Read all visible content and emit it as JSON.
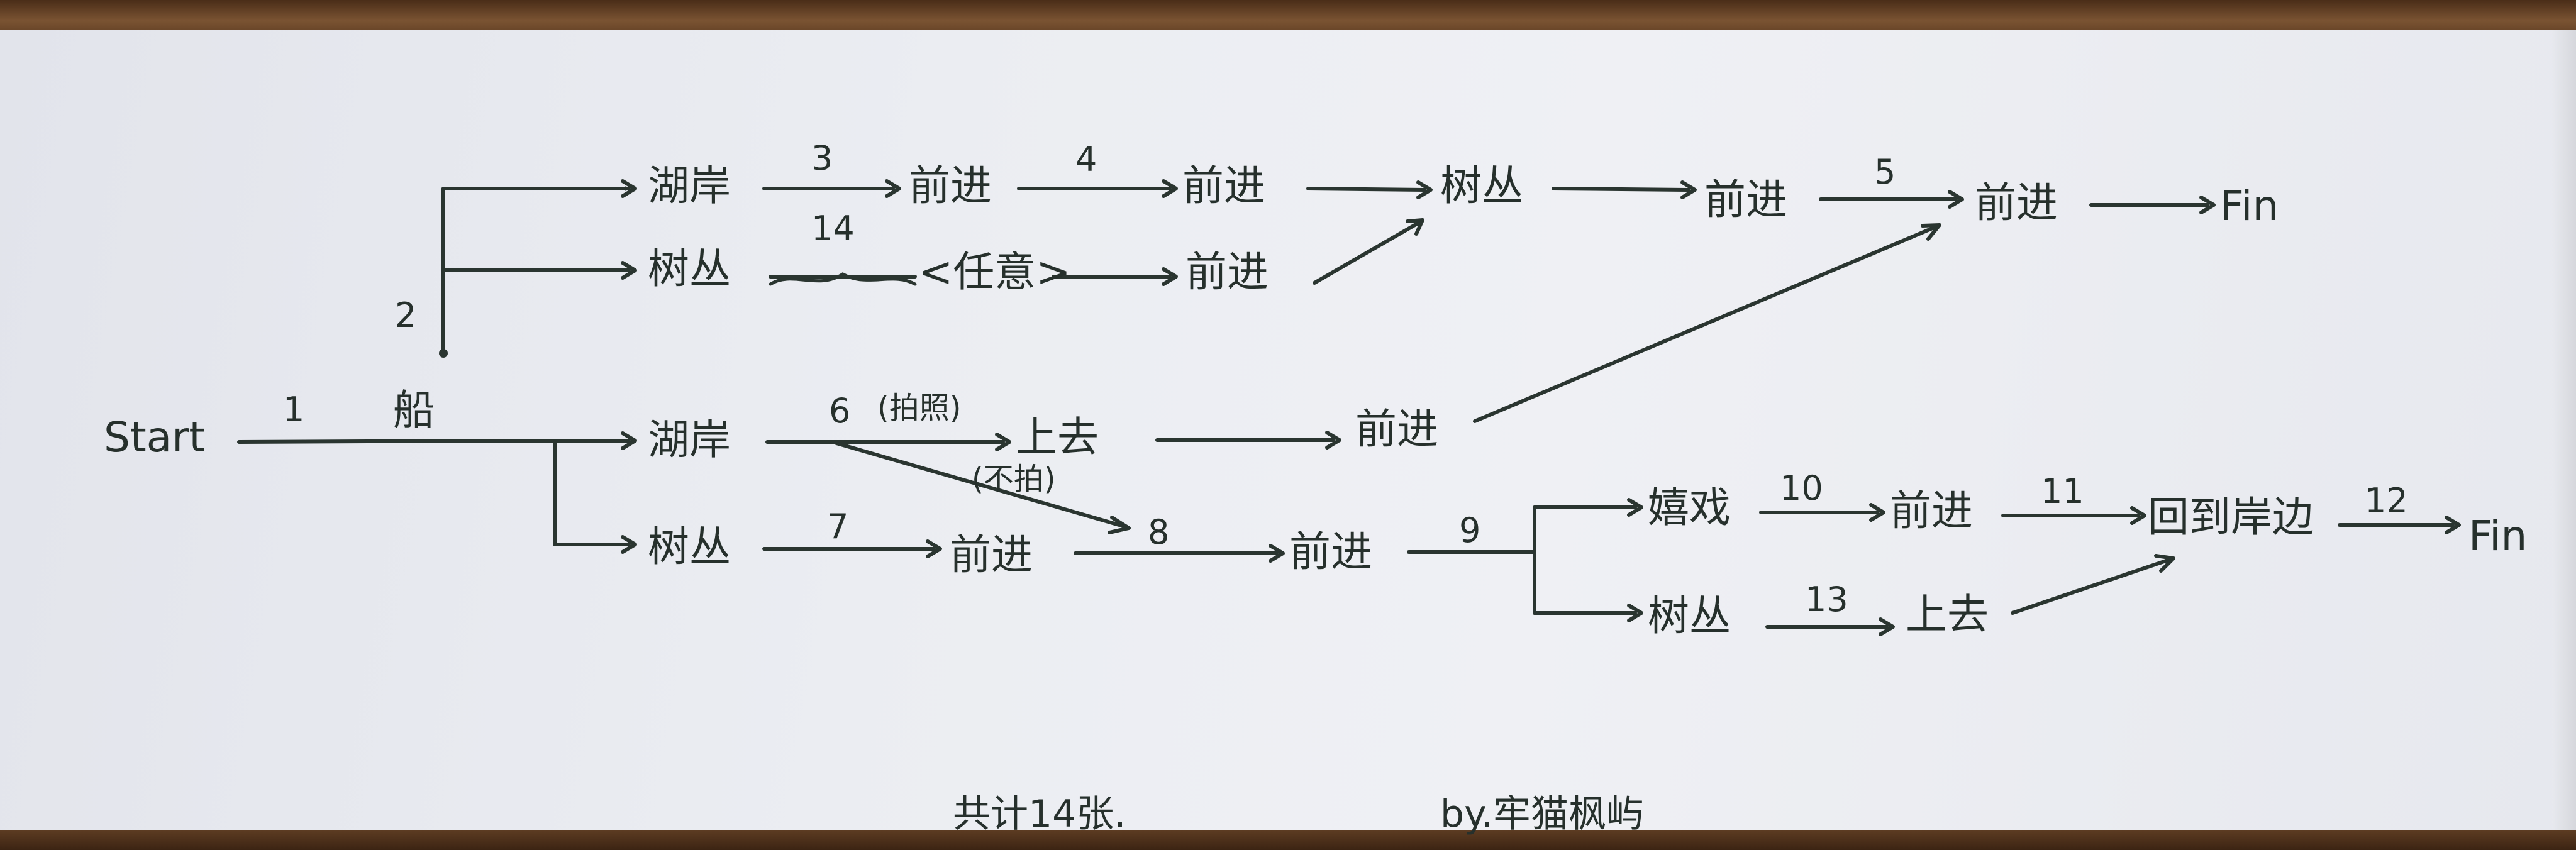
{
  "nodes": {
    "start": "Start",
    "boat": "船",
    "top_lake": "湖岸",
    "top_bush": "树丛",
    "top_any": "<任意>",
    "top_adv1": "前进",
    "top_adv2": "前进",
    "top_adv3": "前进",
    "top_tree": "树丛",
    "top_adv4": "前进",
    "top_adv5": "前进",
    "top_fin": "Fin",
    "mid_lake": "湖岸",
    "mid_up": "上去",
    "mid_adv": "前进",
    "bot_bush": "树丛",
    "bot_adv1": "前进",
    "bot_adv2": "前进",
    "bot_play": "嬉戏",
    "bot_adv3": "前进",
    "bot_return": "回到岸边",
    "bot_fin": "Fin",
    "bot_bush2": "树丛",
    "bot_up": "上去"
  },
  "edges": {
    "e1": "1",
    "e2": "2",
    "e3": "3",
    "e4": "4",
    "e5": "5",
    "e6": "6",
    "e7": "7",
    "e8": "8",
    "e9": "9",
    "e10": "10",
    "e11": "11",
    "e12": "12",
    "e13": "13",
    "e14": "14"
  },
  "notes": {
    "photo": "(拍照)",
    "no_photo": "(不拍)"
  },
  "footer": {
    "total": "共计14张.",
    "author": "by.牢猫枫屿"
  }
}
